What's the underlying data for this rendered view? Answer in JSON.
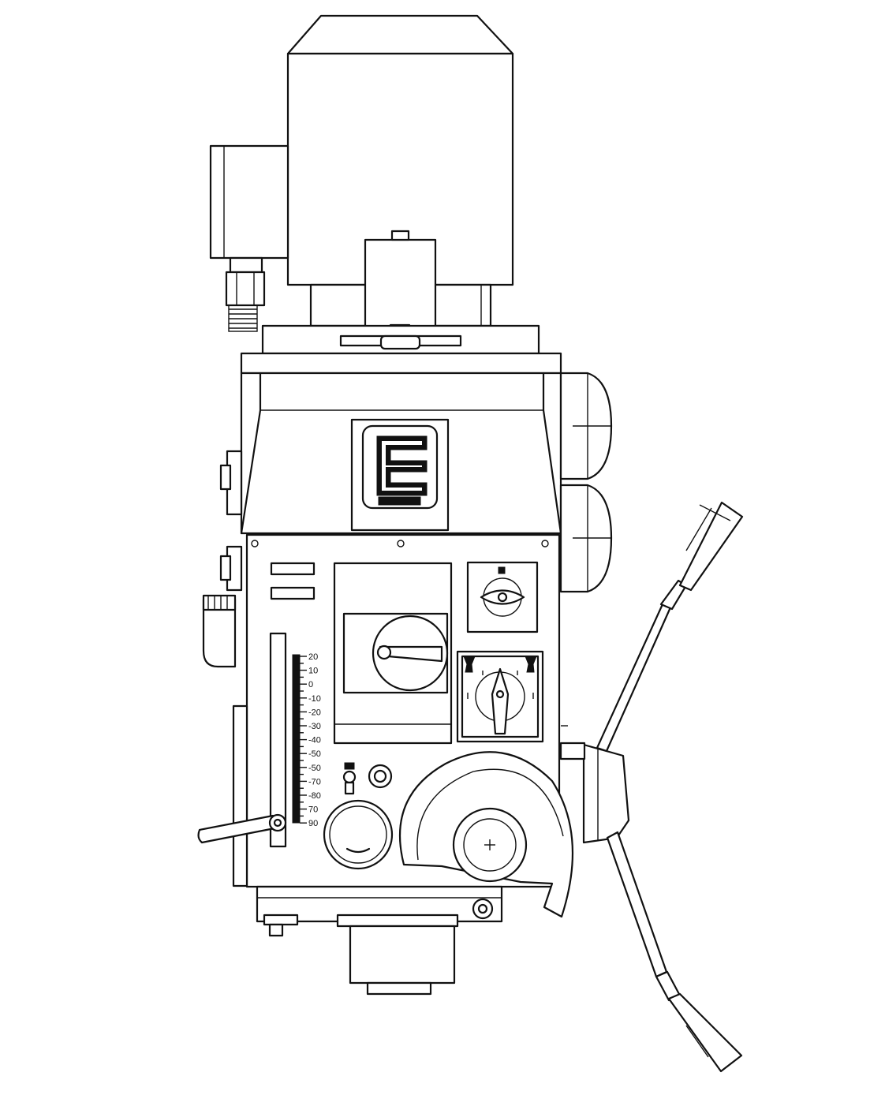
{
  "title": "",
  "depth_scale": {
    "labels": [
      "20",
      "10",
      "0",
      "-10",
      "-20",
      "-30",
      "-40",
      "-50",
      "-50",
      "-70",
      "-80",
      "70",
      "90"
    ]
  },
  "colors": {
    "line": "#111111",
    "background": "#ffffff"
  }
}
